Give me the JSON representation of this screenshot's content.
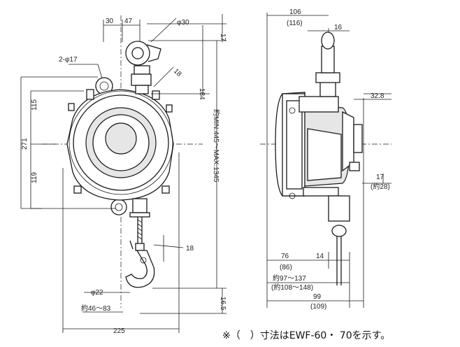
{
  "front_view": {
    "dim_30": "30",
    "dim_47": "47",
    "dim_phi30": "φ30",
    "dim_2_phi17": "2-φ17",
    "dim_18_top": "18",
    "dim_17_top": "17",
    "dim_184": "184",
    "dim_115": "115",
    "dim_271": "271",
    "dim_119": "119",
    "dim_stroke": "約MIN.445～MAX.1345",
    "dim_18_hook": "18",
    "dim_phi22": "φ22",
    "dim_hook_open": "約46～83",
    "dim_225": "225",
    "dim_16_5": "16.5"
  },
  "side_view": {
    "dim_106": "106",
    "dim_116": "(116)",
    "dim_16": "16",
    "dim_32_8": "32.8",
    "dim_17": "17",
    "dim_28": "(約28)",
    "dim_76": "76",
    "dim_14": "14",
    "dim_86": "(86)",
    "dim_97_137": "約97～137",
    "dim_108_148": "(約108～148)",
    "dim_99": "99",
    "dim_109": "(109)"
  },
  "caption": "※（　）寸法はEWF-60・ 70を示す。"
}
